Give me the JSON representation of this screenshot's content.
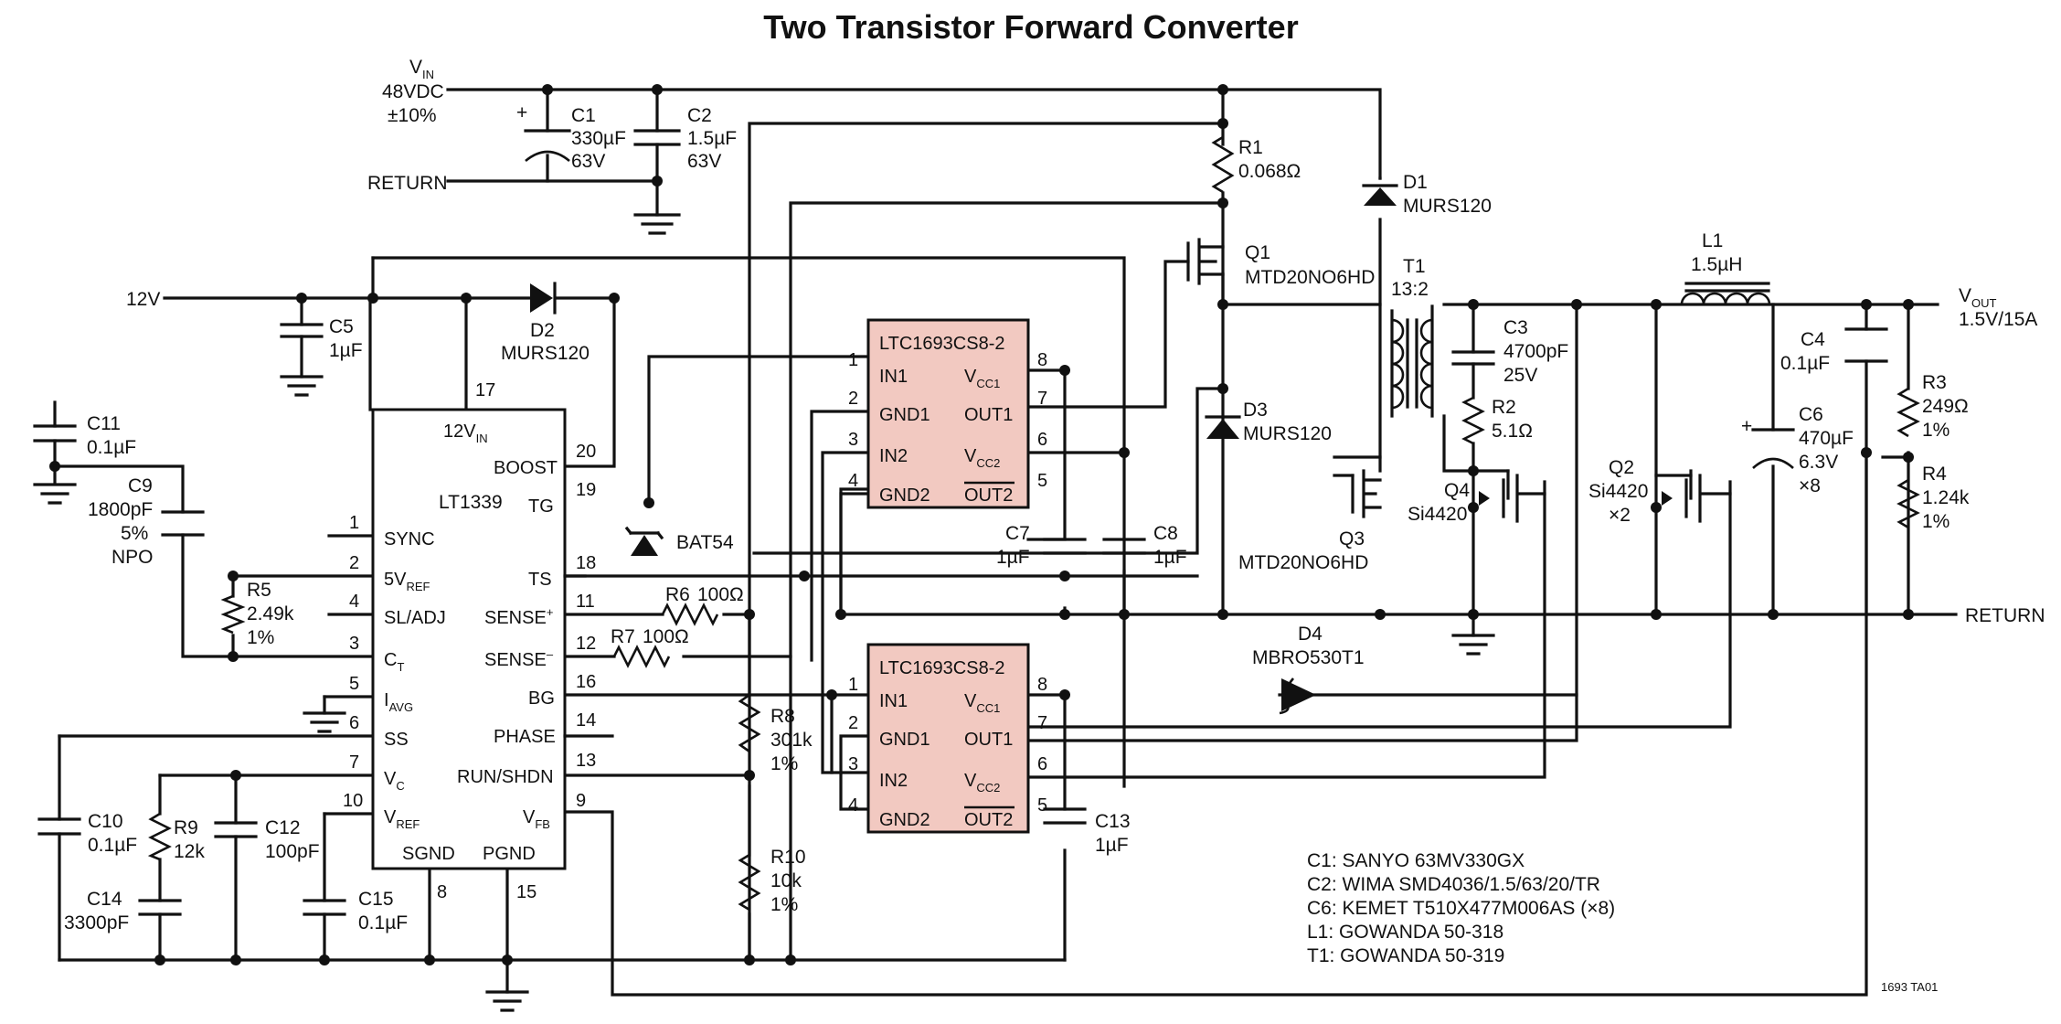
{
  "title": "Two Transistor Forward Converter",
  "figure_id": "1693 TA01",
  "input": {
    "vin": "V",
    "vin_sub": "IN",
    "voltage": "48VDC",
    "tolerance": "±10%",
    "return": "RETURN",
    "aux": "12V"
  },
  "output": {
    "vout": "V",
    "vout_sub": "OUT",
    "rating": "1.5V/15A",
    "return": "RETURN"
  },
  "lt1339": {
    "name": "LT1339",
    "vin_label": "12V",
    "vin_sub": "IN",
    "left_pins": [
      {
        "num": "1",
        "name": "SYNC",
        "sub": ""
      },
      {
        "num": "2",
        "name": "5V",
        "sub": "REF"
      },
      {
        "num": "4",
        "name": "SL/ADJ",
        "sub": ""
      },
      {
        "num": "3",
        "name": "C",
        "sub": "T"
      },
      {
        "num": "5",
        "name": "I",
        "sub": "AVG"
      },
      {
        "num": "6",
        "name": "SS",
        "sub": ""
      },
      {
        "num": "7",
        "name": "V",
        "sub": "C"
      },
      {
        "num": "10",
        "name": "V",
        "sub": "REF"
      }
    ],
    "right_pins": [
      {
        "num": "20",
        "name": "BOOST",
        "sup": ""
      },
      {
        "num": "19",
        "name": "TG",
        "sup": ""
      },
      {
        "num": "18",
        "name": "TS",
        "sup": ""
      },
      {
        "num": "11",
        "name": "SENSE",
        "sup": "+"
      },
      {
        "num": "12",
        "name": "SENSE",
        "sup": "–"
      },
      {
        "num": "16",
        "name": "BG",
        "sup": ""
      },
      {
        "num": "14",
        "name": "PHASE",
        "sup": ""
      },
      {
        "num": "13",
        "name": "RUN/SHDN",
        "sup": ""
      },
      {
        "num": "9",
        "name": "V",
        "sub": "FB"
      }
    ],
    "top_pin": "17",
    "bottom_pins": [
      {
        "num": "8",
        "name": "SGND"
      },
      {
        "num": "15",
        "name": "PGND"
      }
    ]
  },
  "drivers": [
    {
      "name": "LTC1693CS8-2",
      "left_pins": [
        {
          "num": "1",
          "name": "IN1"
        },
        {
          "num": "2",
          "name": "GND1"
        },
        {
          "num": "3",
          "name": "IN2"
        },
        {
          "num": "4",
          "name": "GND2"
        }
      ],
      "right_pins": [
        {
          "num": "8",
          "name": "V",
          "sub": "CC1"
        },
        {
          "num": "7",
          "name": "OUT1"
        },
        {
          "num": "6",
          "name": "V",
          "sub": "CC2"
        },
        {
          "num": "5",
          "name": "OUT2"
        }
      ]
    },
    {
      "name": "LTC1693CS8-2",
      "left_pins": [
        {
          "num": "1",
          "name": "IN1"
        },
        {
          "num": "2",
          "name": "GND1"
        },
        {
          "num": "3",
          "name": "IN2"
        },
        {
          "num": "4",
          "name": "GND2"
        }
      ],
      "right_pins": [
        {
          "num": "8",
          "name": "V",
          "sub": "CC1"
        },
        {
          "num": "7",
          "name": "OUT1"
        },
        {
          "num": "6",
          "name": "V",
          "sub": "CC2"
        },
        {
          "num": "5",
          "name": "OUT2"
        }
      ]
    }
  ],
  "components": {
    "C1": [
      "C1",
      "330µF",
      "63V"
    ],
    "C2": [
      "C2",
      "1.5µF",
      "63V"
    ],
    "R1": [
      "R1",
      "0.068Ω"
    ],
    "D1": [
      "D1",
      "MURS120"
    ],
    "Q1": [
      "Q1",
      "MTD20NO6HD"
    ],
    "T1": [
      "T1",
      "13:2"
    ],
    "L1": [
      "L1",
      "1.5µH"
    ],
    "C5": [
      "C5",
      "1µF"
    ],
    "D2": [
      "D2",
      "MURS120"
    ],
    "C3": [
      "C3",
      "4700pF",
      "25V"
    ],
    "R2": [
      "R2",
      "5.1Ω"
    ],
    "C4": [
      "C4",
      "0.1µF"
    ],
    "R3": [
      "R3",
      "249Ω",
      "1%"
    ],
    "R4": [
      "R4",
      "1.24k",
      "1%"
    ],
    "C6": [
      "C6",
      "470µF",
      "6.3V",
      "×8"
    ],
    "D3": [
      "D3",
      "MURS120"
    ],
    "Q3": [
      "Q3",
      "MTD20NO6HD"
    ],
    "Q4": [
      "Q4",
      "Si4420"
    ],
    "Q2": [
      "Q2",
      "Si4420",
      "×2"
    ],
    "C11": [
      "C11",
      "0.1µF"
    ],
    "C9": [
      "C9",
      "1800pF",
      "5%",
      "NPO"
    ],
    "R5": [
      "R5",
      "2.49k",
      "1%"
    ],
    "BAT54": [
      "BAT54"
    ],
    "R6": [
      "R6",
      "100Ω"
    ],
    "R7": [
      "R7",
      "100Ω"
    ],
    "C7": [
      "C7",
      "1µF"
    ],
    "C8": [
      "C8",
      "1µF"
    ],
    "D4": [
      "D4",
      "MBRO530T1"
    ],
    "R8": [
      "R8",
      "301k",
      "1%"
    ],
    "R10": [
      "R10",
      "10k",
      "1%"
    ],
    "C13": [
      "C13",
      "1µF"
    ],
    "C10": [
      "C10",
      "0.1µF"
    ],
    "R9": [
      "R9",
      "12k"
    ],
    "C12": [
      "C12",
      "100pF"
    ],
    "C14": [
      "C14",
      "3300pF"
    ],
    "C15": [
      "C15",
      "0.1µF"
    ]
  },
  "notes": [
    "C1: SANYO 63MV330GX",
    "C2: WIMA SMD4036/1.5/63/20/TR",
    "C6: KEMET T510X477M006AS (×8)",
    "L1: GOWANDA 50-318",
    "T1: GOWANDA 50-319"
  ]
}
